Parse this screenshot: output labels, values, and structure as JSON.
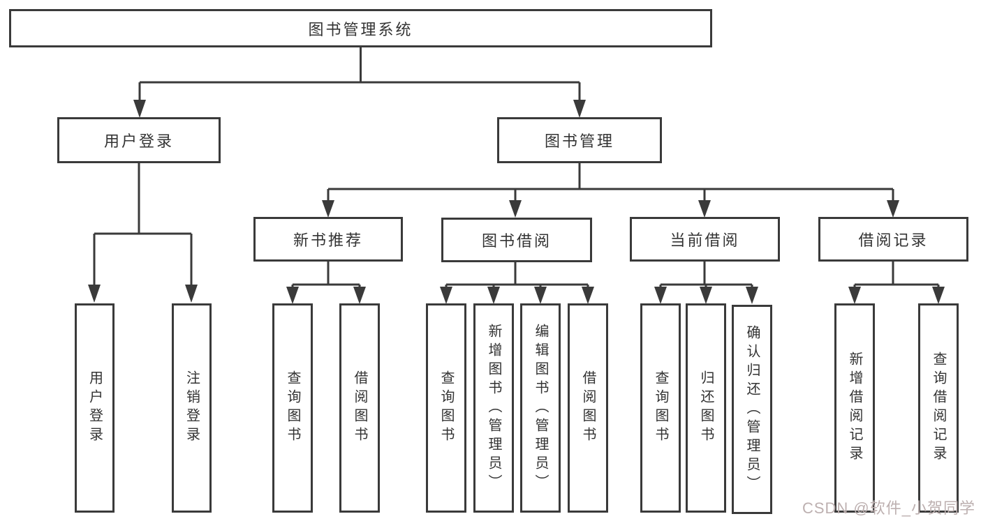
{
  "tree": {
    "root": {
      "label": "图书管理系统"
    },
    "branches": [
      {
        "label": "用户登录",
        "children": [
          {
            "label": "用户登录"
          },
          {
            "label": "注销登录"
          }
        ]
      },
      {
        "label": "图书管理",
        "sections": [
          {
            "label": "新书推荐",
            "children": [
              {
                "label": "查询图书"
              },
              {
                "label": "借阅图书"
              }
            ]
          },
          {
            "label": "图书借阅",
            "children": [
              {
                "label": "查询图书"
              },
              {
                "label": "新增图书（管理员）"
              },
              {
                "label": "编辑图书（管理员）"
              },
              {
                "label": "借阅图书"
              }
            ]
          },
          {
            "label": "当前借阅",
            "children": [
              {
                "label": "查询图书"
              },
              {
                "label": "归还图书"
              },
              {
                "label": "确认归还（管理员）"
              }
            ]
          },
          {
            "label": "借阅记录",
            "children": [
              {
                "label": "新增借阅记录"
              },
              {
                "label": "查询借阅记录"
              }
            ]
          }
        ]
      }
    ]
  },
  "watermark": {
    "text": "CSDN @软件_小贺同学",
    "color": "#bdb0b0"
  },
  "colors": {
    "line": "#3a3a3a",
    "box_border": "#3a3a3a",
    "text": "#333333",
    "background": "#ffffff"
  }
}
